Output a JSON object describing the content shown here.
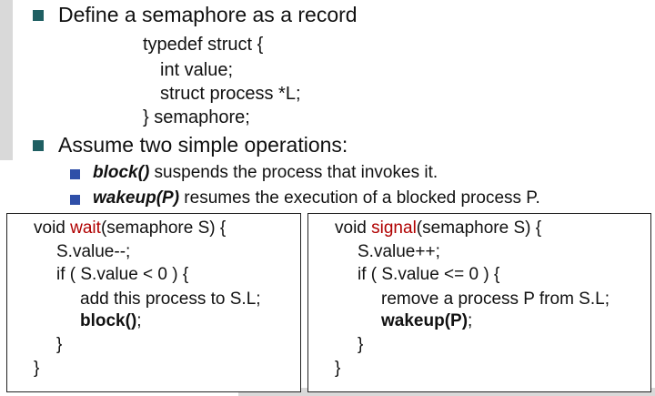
{
  "bullet1": {
    "text": "Define a semaphore as a record"
  },
  "typedef": {
    "line1": "typedef struct {",
    "line2": "int value;",
    "line3": "struct process *L;",
    "line4": "} semaphore;"
  },
  "bullet2": {
    "text": "Assume two simple operations:"
  },
  "sub1": {
    "keyword": "block()",
    "text": " suspends the process that invokes it."
  },
  "sub2": {
    "keyword": "wakeup(P)",
    "text": " resumes the execution of a blocked process P."
  },
  "wait_box": {
    "sig_prefix": "void ",
    "sig_name": "wait",
    "sig_suffix": "(semaphore S) {",
    "line1": "S.value--;",
    "line2": "if ( S.value < 0 ) {",
    "line3": "add this process to S.L;",
    "line4_call": "block()",
    "line4_end": ";",
    "line5": "}",
    "line6": "}"
  },
  "signal_box": {
    "sig_prefix": "void ",
    "sig_name": "signal",
    "sig_suffix": "(semaphore S) {",
    "line1": "S.value++;",
    "line2": "if ( S.value <= 0 ) {",
    "line3": "remove a process P from S.L;",
    "line4_call": "wakeup(P)",
    "line4_end": ";",
    "line5": "}",
    "line6": "}"
  },
  "colors": {
    "bullet": "#1f5f62",
    "sub_bullet": "#2f4fa8",
    "function_name": "#b00000"
  }
}
